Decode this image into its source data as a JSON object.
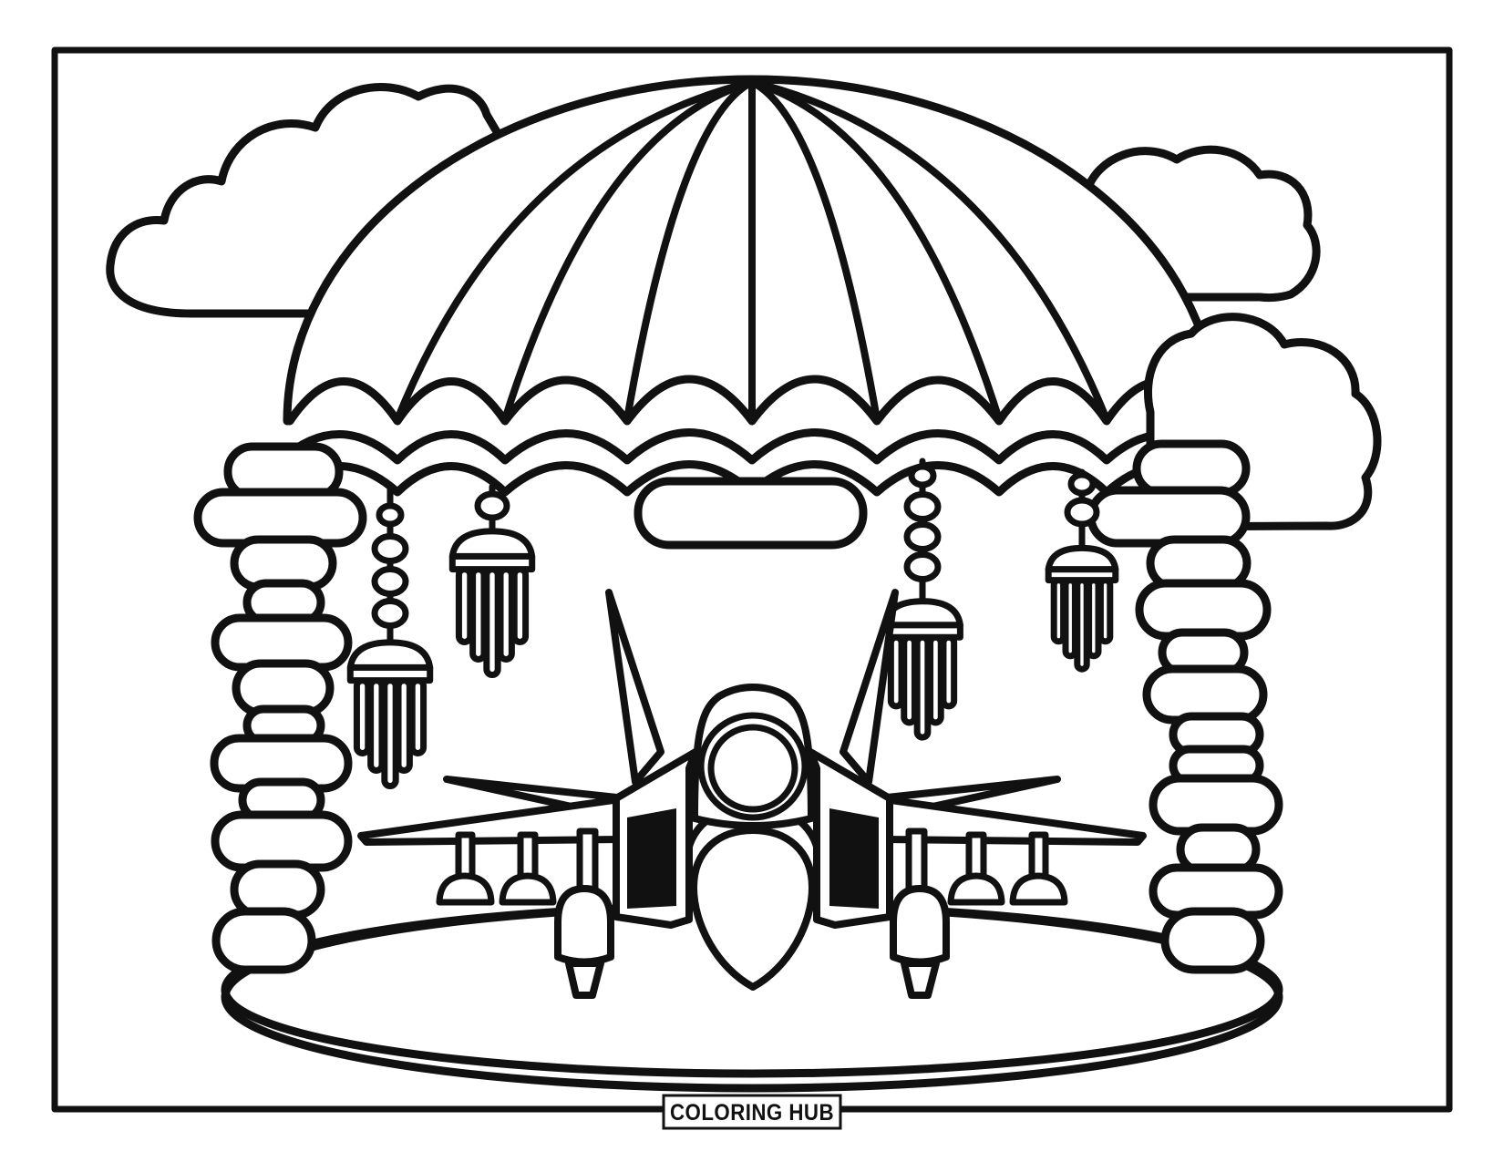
{
  "colors": {
    "ink": "#111111",
    "paper": "#ffffff"
  },
  "footer": {
    "brand": "COLORING HUB"
  },
  "scene": {
    "title": "Fighter jet under carousel canopy coloring page",
    "objects": [
      "page-frame",
      "cloud-left",
      "cloud-top-right",
      "cloud-mid-right",
      "canopy-dome",
      "canopy-ribs",
      "canopy-scalloped-edge",
      "canopy-valance-waves",
      "hanging-sign",
      "bead-chain",
      "wind-chime",
      "stone-pillar-left",
      "stone-pillar-right",
      "display-platform",
      "fighter-jet",
      "jet-tail-fins",
      "jet-wings",
      "jet-missile-pylons",
      "jet-engine-pods",
      "jet-air-intakes",
      "jet-cockpit-canopy",
      "jet-nose-cone",
      "brand-plate"
    ]
  }
}
